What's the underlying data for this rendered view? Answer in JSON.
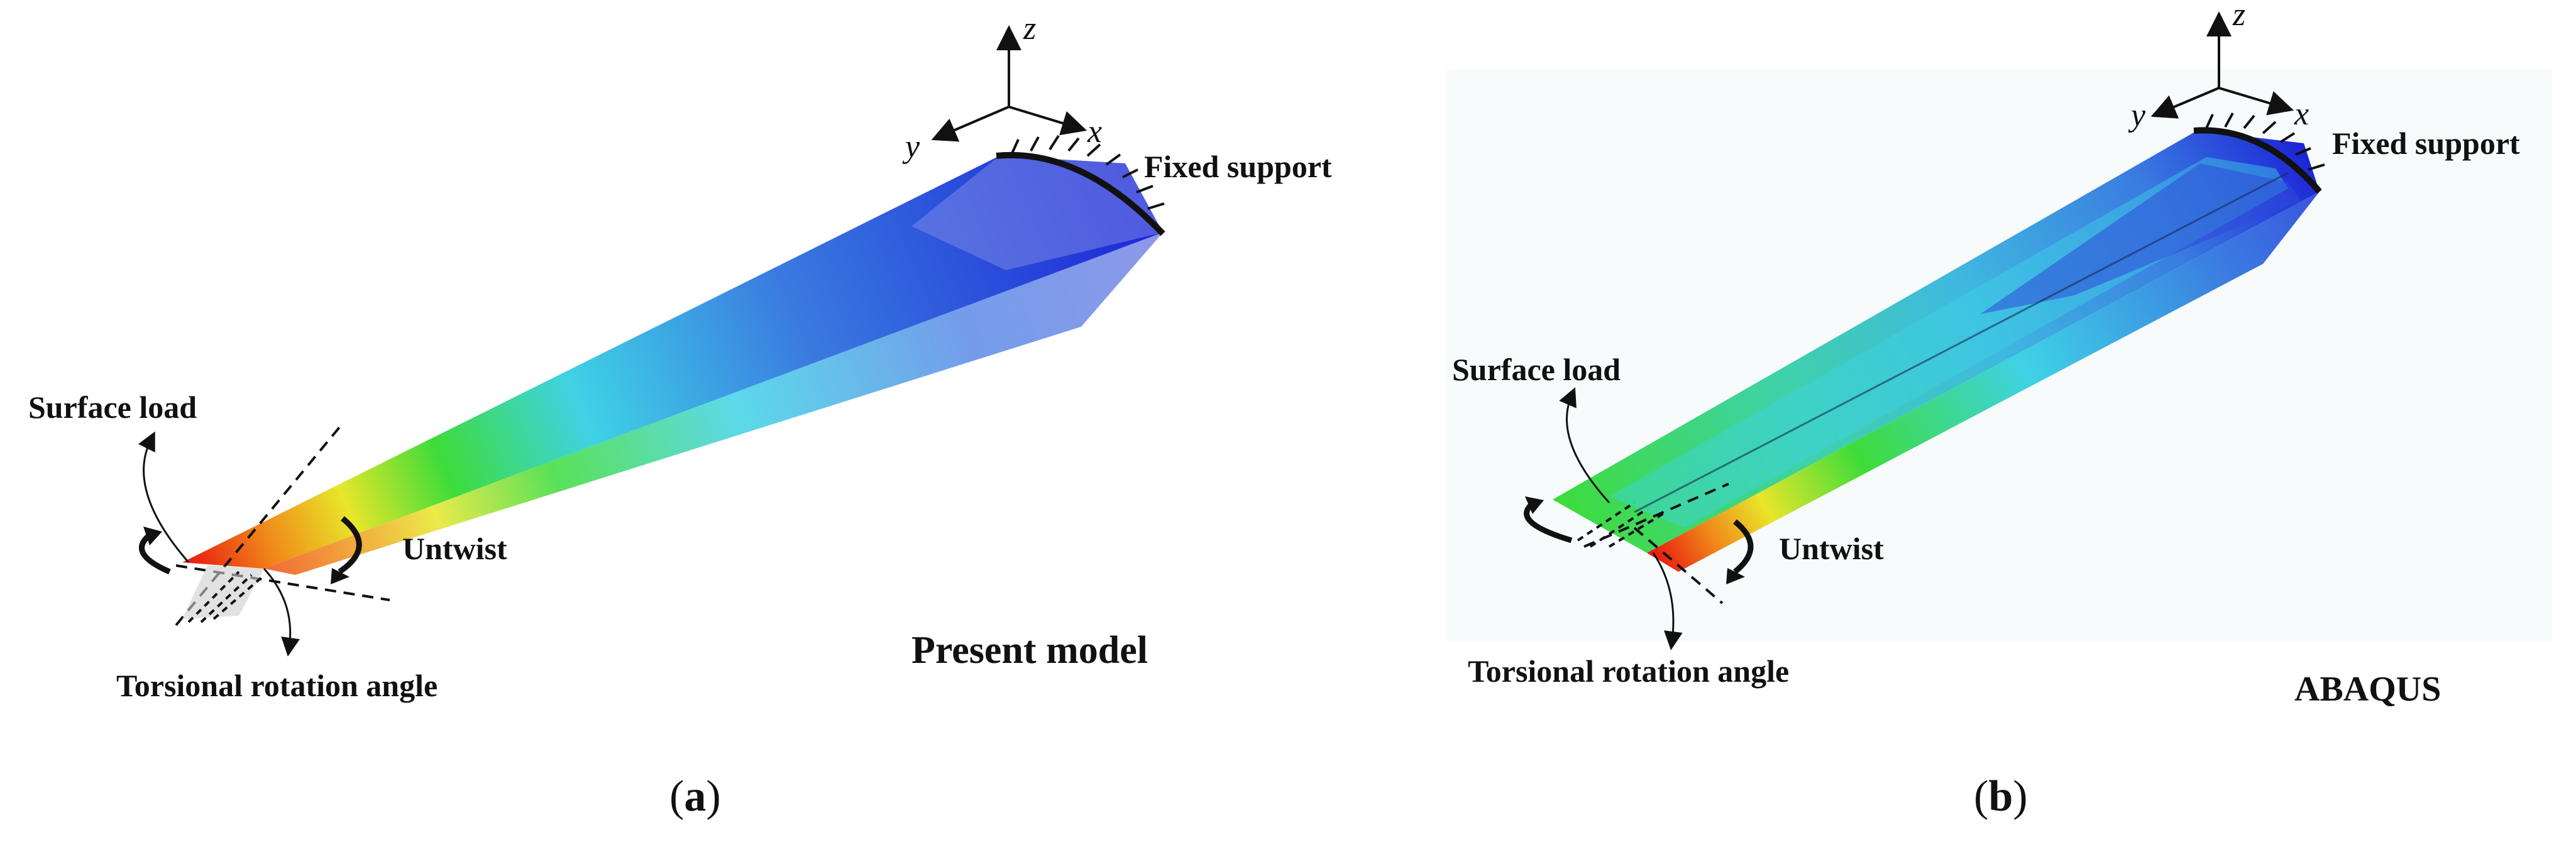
{
  "panels": [
    {
      "caption_open": "(",
      "caption_letter": "a",
      "caption_close": ")",
      "title": "Present model",
      "labels": {
        "fixed_support": "Fixed support",
        "surface_load": "Surface load",
        "untwist": "Untwist",
        "torsional_rotation_angle": "Torsional rotation angle"
      },
      "axes": {
        "x": "x",
        "y": "y",
        "z": "z"
      }
    },
    {
      "caption_open": "(",
      "caption_letter": "b",
      "caption_close": ")",
      "title": "ABAQUS",
      "labels": {
        "fixed_support": "Fixed support",
        "surface_load": "Surface load",
        "untwist": "Untwist",
        "torsional_rotation_angle": "Torsional rotation angle"
      },
      "axes": {
        "x": "x",
        "y": "y",
        "z": "z"
      }
    }
  ],
  "colors": {
    "contour_low": "#1a1fd6",
    "contour_mid_blue": "#3a7be0",
    "contour_cyan": "#3fd2e6",
    "contour_green": "#3ddc3a",
    "contour_yellow": "#e8e62a",
    "contour_orange": "#f08a1a",
    "contour_high": "#e81a10"
  }
}
